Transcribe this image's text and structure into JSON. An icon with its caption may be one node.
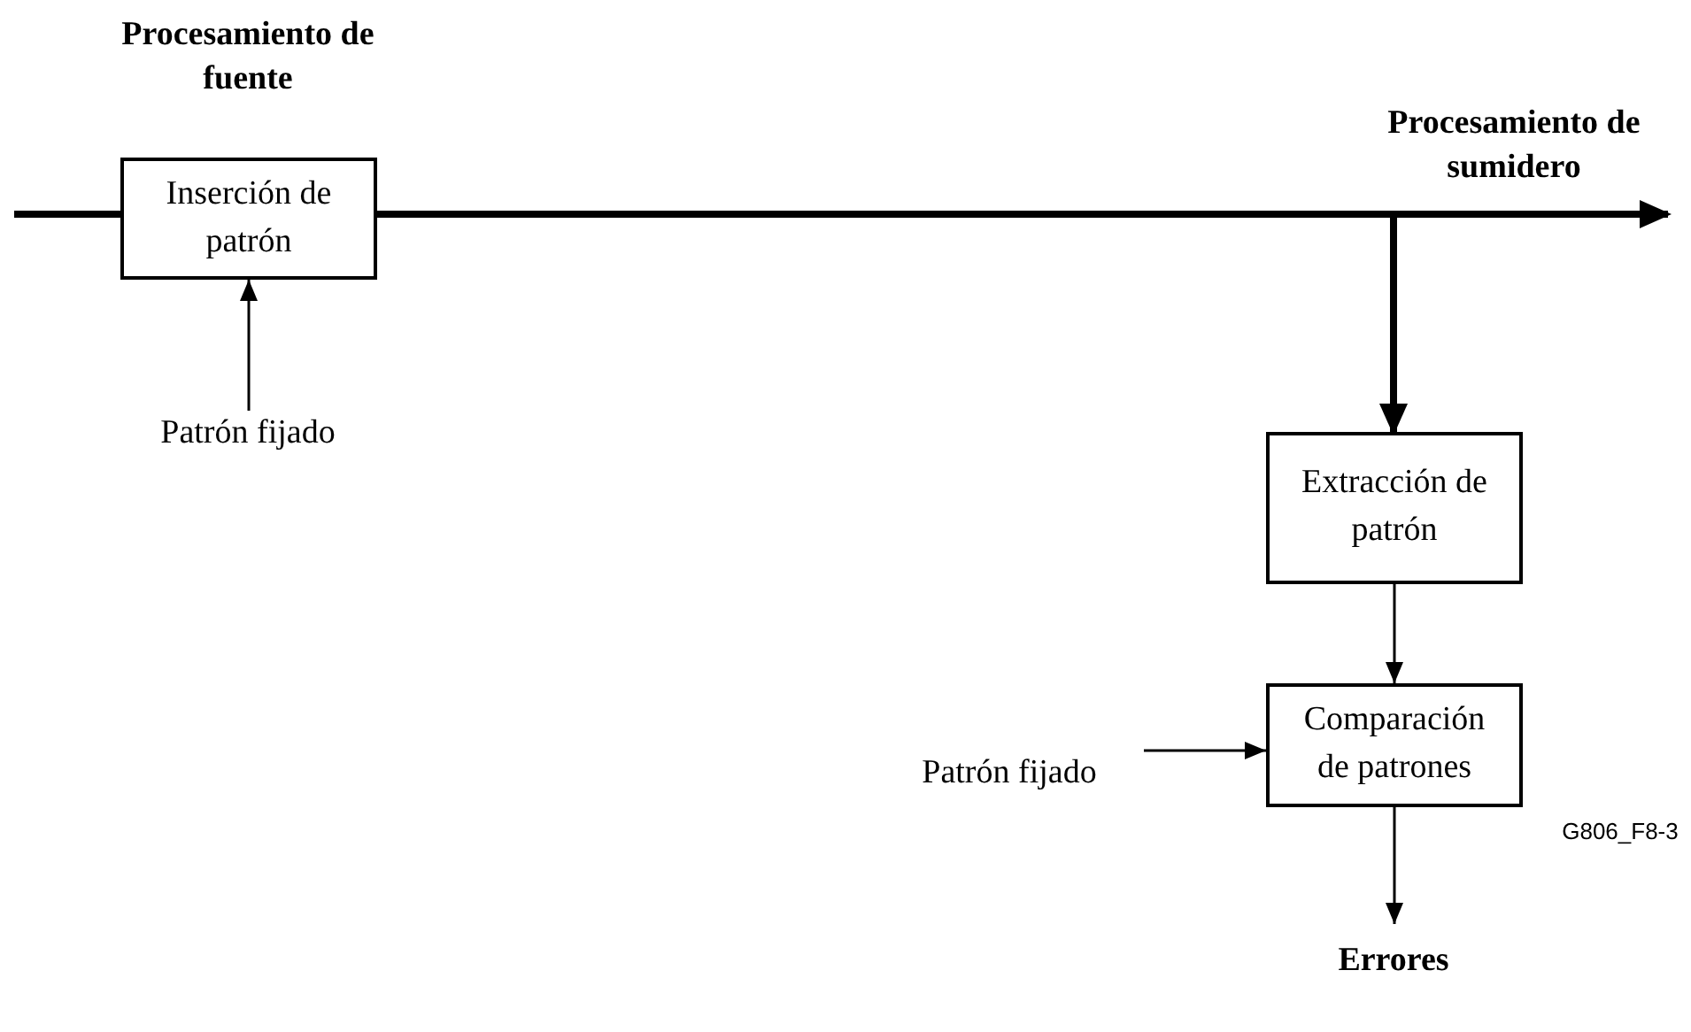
{
  "diagram": {
    "nodes": [
      {
        "text": [
          "Inserción de patrón"
        ]
      },
      {
        "text": [
          "Patrón fijado"
        ]
      },
      {
        "text": [
          "Extracción de patrón"
        ]
      },
      {
        "text": [
          "Comparación de patrones"
        ]
      },
      {
        "text": [
          "Patrón fijado"
        ]
      },
      {
        "text": [
          "Errores"
        ]
      }
    ],
    "edges": [
      {
        "from": null,
        "to": 0,
        "arrow": "none",
        "style": "thick"
      },
      {
        "from": 0,
        "to": null,
        "arrow": "to",
        "style": "thick"
      },
      {
        "from": 0,
        "to": 2,
        "arrow": "to",
        "style": "thick"
      },
      {
        "from": 1,
        "to": 0,
        "arrow": "to"
      },
      {
        "from": 2,
        "to": 3,
        "arrow": "to"
      },
      {
        "from": 4,
        "to": 3,
        "arrow": "to"
      },
      {
        "from": 3,
        "to": 5,
        "arrow": "to"
      }
    ],
    "labels": [
      "Procesamiento de fuente",
      "Procesamiento de sumidero",
      "G806_F8-3"
    ]
  }
}
